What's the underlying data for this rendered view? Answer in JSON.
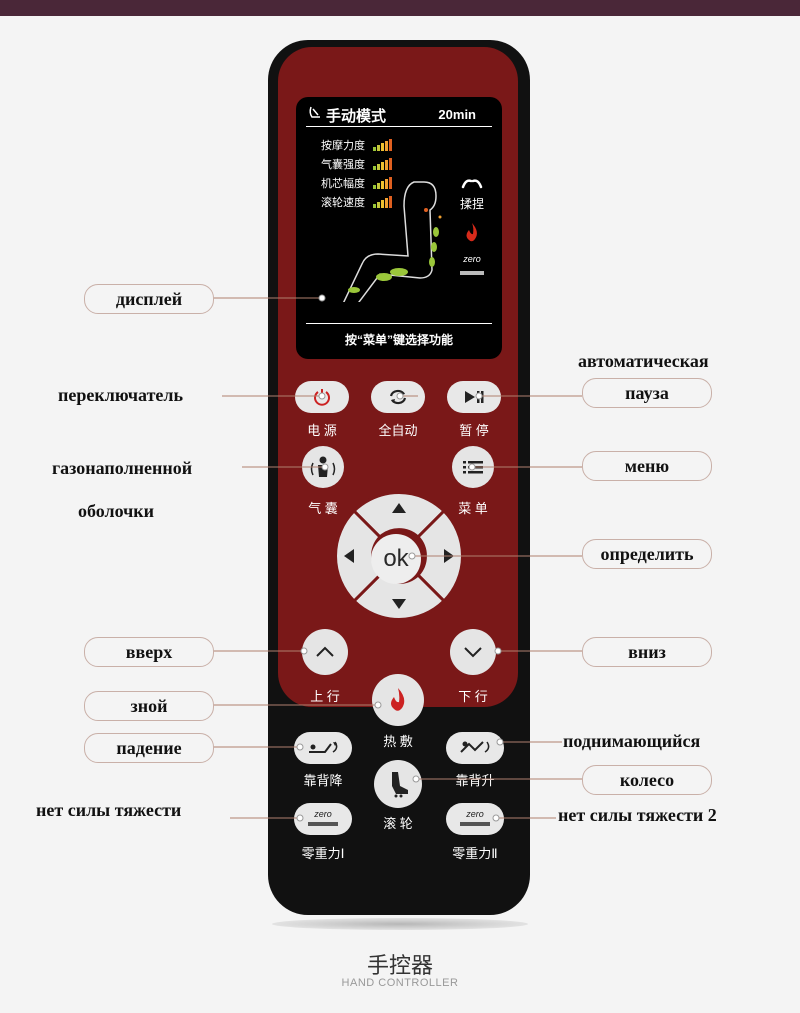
{
  "screen": {
    "mode_title": "手动模式",
    "time": "20min",
    "levels": [
      "按摩力度",
      "气囊强度",
      "机芯幅度",
      "滚轮速度"
    ],
    "side_label": "揉捏",
    "zero_label": "zero",
    "footer": "按“菜单”键选择功能"
  },
  "buttons": {
    "power": "电 源",
    "auto": "全自动",
    "pause": "暂 停",
    "airbag": "气 囊",
    "menu": "菜 单",
    "ok": "ok",
    "up": "上 行",
    "down": "下 行",
    "heat": "热 敷",
    "recline_down": "靠背降",
    "recline_up": "靠背升",
    "roller": "滚 轮",
    "zero1": "零重力Ⅰ",
    "zero2": "零重力Ⅱ",
    "zero_icon": "zero"
  },
  "callouts": {
    "display": "дисплей",
    "switch": "переключатель",
    "auto": "автоматическая",
    "pause": "пауза",
    "airbag_line1": "газонаполненной",
    "airbag_line2": "оболочки",
    "menu": "меню",
    "define": "определить",
    "up": "вверх",
    "down": "вниз",
    "heat": "зной",
    "fall": "падение",
    "rise": "поднимающийся",
    "wheel": "колесо",
    "zero1": "нет силы тяжести",
    "zero2": "нет силы тяжести 2"
  },
  "footer": {
    "title": "手控器",
    "subtitle": "HAND CONTROLLER"
  },
  "colors": {
    "remote_red": "#7a1818",
    "remote_black": "#111111",
    "button_grey": "#e5e5e5",
    "level_bar_green": "#9ac63a",
    "level_bar_orange": "#f0a030"
  }
}
